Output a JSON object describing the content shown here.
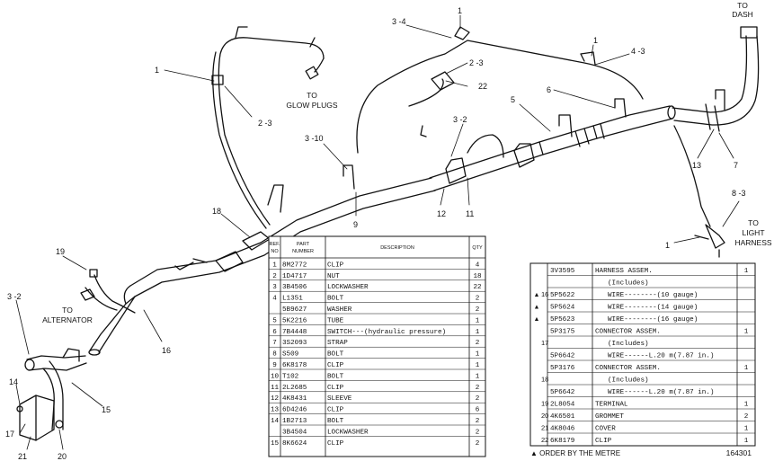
{
  "callouts": {
    "c_3_4": "3 -4",
    "c_1_top": "1",
    "c_1_left": "1",
    "c_2_3_left": "2 -3",
    "c_2_3_mid": "2 -3",
    "c_22": "22",
    "c_1_right": "1",
    "c_4_3": "4 -3",
    "c_5": "5",
    "c_6": "6",
    "c_3_2_mid": "3 -2",
    "c_3_10": "3 -10",
    "c_9": "9",
    "c_12": "12",
    "c_11": "11",
    "c_13": "13",
    "c_7": "7",
    "c_8_3": "8 -3",
    "c_1_light": "1",
    "c_18": "18",
    "c_19": "19",
    "c_3_2_left": "3 -2",
    "c_16": "16",
    "c_15": "15",
    "c_14": "14",
    "c_17": "17",
    "c_21": "21",
    "c_20": "20"
  },
  "labels": {
    "to_dash_1": "TO",
    "to_dash_2": "DASH",
    "glow_1": "TO",
    "glow_2": "GLOW PLUGS",
    "alt_1": "TO",
    "alt_2": "ALTERNATOR",
    "light_1": "TO",
    "light_2": "LIGHT",
    "light_3": "HARNESS"
  },
  "parts_table_left": {
    "headers": {
      "ref_1": "REF.",
      "ref_2": "NO",
      "part_1": "PART",
      "part_2": "NUMBER",
      "desc": "DESCRIPTION",
      "qty": "QTY"
    },
    "rows": [
      {
        "ref": "1",
        "part": "8M2772",
        "desc": "CLIP",
        "qty": "4"
      },
      {
        "ref": "2",
        "part": "1D4717",
        "desc": "NUT",
        "qty": "18"
      },
      {
        "ref": "3",
        "part": "3B4506",
        "desc": "LOCKWASHER",
        "qty": "22"
      },
      {
        "ref": "4",
        "part": "L1351",
        "desc": "BOLT",
        "qty": "2"
      },
      {
        "ref": "",
        "part": "5B9627",
        "desc": "WASHER",
        "qty": "2"
      },
      {
        "ref": "5",
        "part": "5K2216",
        "desc": "TUBE",
        "qty": "1"
      },
      {
        "ref": "6",
        "part": "7B4448",
        "desc": "SWITCH---(hydraulic pressure)",
        "qty": "1"
      },
      {
        "ref": "7",
        "part": "3S2093",
        "desc": "STRAP",
        "qty": "2"
      },
      {
        "ref": "8",
        "part": "S509",
        "desc": "BOLT",
        "qty": "1"
      },
      {
        "ref": "9",
        "part": "6K8178",
        "desc": "CLIP",
        "qty": "1"
      },
      {
        "ref": "10",
        "part": "T102",
        "desc": "BOLT",
        "qty": "1"
      },
      {
        "ref": "11",
        "part": "2L2685",
        "desc": "CLIP",
        "qty": "2"
      },
      {
        "ref": "12",
        "part": "4K8431",
        "desc": "SLEEVE",
        "qty": "2"
      },
      {
        "ref": "13",
        "part": "6D4246",
        "desc": "CLIP",
        "qty": "6"
      },
      {
        "ref": "14",
        "part": "1B2713",
        "desc": "BOLT",
        "qty": "2"
      },
      {
        "ref": "",
        "part": "3B4504",
        "desc": "LOCKWASHER",
        "qty": "2"
      },
      {
        "ref": "15",
        "part": "8K6624",
        "desc": "CLIP",
        "qty": "2"
      }
    ]
  },
  "parts_table_right": {
    "rows": [
      {
        "mark": "",
        "ref": "",
        "part": "3V3595",
        "desc": "HARNESS ASSEM.",
        "qty": "1"
      },
      {
        "mark": "",
        "ref": "",
        "part": "",
        "desc": "(Includes)",
        "qty": ""
      },
      {
        "mark": "▲",
        "ref": "16",
        "part": "5P5622",
        "desc": "WIRE--------(10 gauge)",
        "qty": ""
      },
      {
        "mark": "▲",
        "ref": "",
        "part": "5P5624",
        "desc": "WIRE--------(14 gauge)",
        "qty": ""
      },
      {
        "mark": "▲",
        "ref": "",
        "part": "5P5623",
        "desc": "WIRE--------(16 gauge)",
        "qty": ""
      },
      {
        "mark": "",
        "ref": "",
        "part": "5P3175",
        "desc": "CONNECTOR ASSEM.",
        "qty": "1"
      },
      {
        "mark": "",
        "ref": "17",
        "part": "",
        "desc": "(Includes)",
        "qty": ""
      },
      {
        "mark": "",
        "ref": "",
        "part": "5P6642",
        "desc": "WIRE------L.20 m(7.87 in.)",
        "qty": ""
      },
      {
        "mark": "",
        "ref": "",
        "part": "5P3176",
        "desc": "CONNECTOR ASSEM.",
        "qty": "1"
      },
      {
        "mark": "",
        "ref": "18",
        "part": "",
        "desc": "(Includes)",
        "qty": ""
      },
      {
        "mark": "",
        "ref": "",
        "part": "5P6642",
        "desc": "WIRE------L.20 m(7.87 in.)",
        "qty": ""
      },
      {
        "mark": "",
        "ref": "19",
        "part": "2L8054",
        "desc": "TERMINAL",
        "qty": "1"
      },
      {
        "mark": "",
        "ref": "20",
        "part": "4K6501",
        "desc": "GROMMET",
        "qty": "2"
      },
      {
        "mark": "",
        "ref": "21",
        "part": "4K8046",
        "desc": "COVER",
        "qty": "1"
      },
      {
        "mark": "",
        "ref": "22",
        "part": "6K8179",
        "desc": "CLIP",
        "qty": "1"
      }
    ]
  },
  "footer": {
    "note": "▲ ORDER BY THE METRE",
    "figure": "164301"
  },
  "colors": {
    "ink": "#111111",
    "paper": "#ffffff"
  }
}
